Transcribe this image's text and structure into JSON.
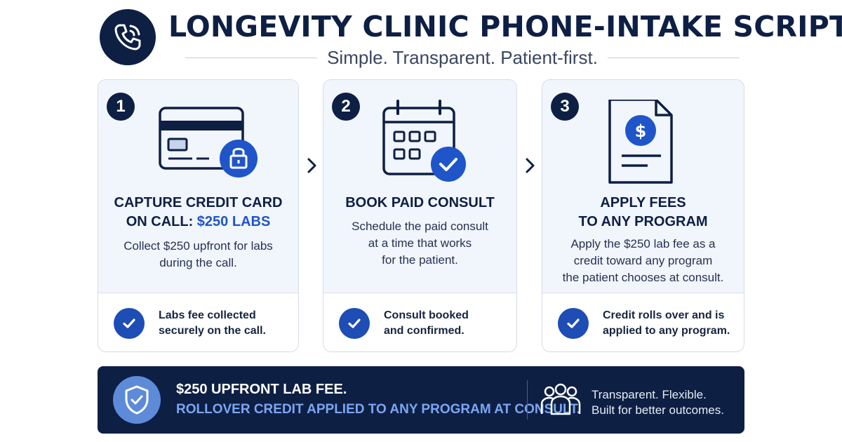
{
  "header": {
    "icon": "phone-call-icon",
    "title": "LONGEVITY CLINIC PHONE-INTAKE SCRIPT",
    "subtitle": "Simple. Transparent. Patient-first."
  },
  "steps": [
    {
      "number": "1",
      "icon": "credit-card-lock-icon",
      "heading_line1": "CAPTURE CREDIT CARD",
      "heading_line2_prefix": "ON CALL: ",
      "heading_line2_accent": "$250 LABS",
      "desc_line1": "Collect $250 upfront for labs",
      "desc_line2": "during the call.",
      "footer_line1": "Labs fee collected",
      "footer_line2": "securely on the call."
    },
    {
      "number": "2",
      "icon": "calendar-check-icon",
      "heading": "BOOK PAID CONSULT",
      "desc_line1": "Schedule the paid consult",
      "desc_line2": "at a time that works",
      "desc_line3": "for the patient.",
      "footer_line1": "Consult booked",
      "footer_line2": "and confirmed."
    },
    {
      "number": "3",
      "icon": "invoice-dollar-icon",
      "heading_line1": "APPLY FEES",
      "heading_line2": "TO ANY PROGRAM",
      "desc_line1": "Apply the $250 lab fee as a",
      "desc_line2": "credit toward any program",
      "desc_line3": "the patient chooses at consult.",
      "footer_line1": "Credit rolls over and is",
      "footer_line2": "applied to any program."
    }
  ],
  "banner": {
    "icon": "shield-check-icon",
    "line1": "$250 UPFRONT LAB FEE.",
    "line2": "ROLLOVER CREDIT APPLIED TO ANY PROGRAM AT CONSULT.",
    "people_icon": "people-group-icon",
    "tagline1": "Transparent. Flexible.",
    "tagline2": "Built for better outcomes."
  },
  "colors": {
    "navy": "#0e1f44",
    "accent_blue": "#1f55c9",
    "check_blue": "#1d4db5",
    "light_panel": "#f1f5fc",
    "banner_highlight": "#7aa7f3"
  }
}
